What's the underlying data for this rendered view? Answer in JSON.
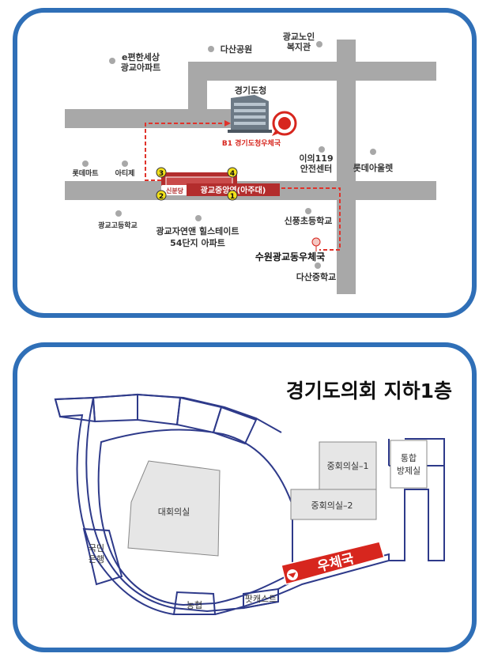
{
  "colors": {
    "panel_border": "#2f6fb7",
    "road": "#a8a8a8",
    "station": "#b32d2d",
    "route": "#e0332b",
    "marker_yellow": "#f2e11a",
    "post_red": "#d7261e",
    "floor_outline": "#2e3a8a",
    "room_fill": "#e6e6e6"
  },
  "map": {
    "landmarks": {
      "epyeonhan_line1": "e편한세상",
      "epyeonhan_line2": "광교아파트",
      "dasan_park": "다산공원",
      "elderly_line1": "광교노인",
      "elderly_line2": "복지관",
      "gyeonggi_office": "경기도청",
      "office_post": "B1 경기도청우체국",
      "lotte_mart": "롯데마트",
      "atije": "아티제",
      "safety_line1": "이의119",
      "safety_line2": "안전센터",
      "lotte_outlet": "롯데아울렛",
      "gwanggyo_high": "광교고등학교",
      "hillstate_line1": "광교자연앤 힐스테이트",
      "hillstate_line2": "54단지 아파트",
      "sinpung_elem": "신풍초등학교",
      "suwon_post": "수원광교동우체국",
      "dasan_middle": "다산중학교"
    },
    "station": {
      "line_badge": "신분당",
      "name": "광교중앙역(아주대)"
    },
    "exits": [
      "1",
      "2",
      "3",
      "4"
    ]
  },
  "floor": {
    "title": "경기도의회 지하1층",
    "rooms": {
      "main_hall": "대회의실",
      "mid_room_1": "중회의실–1",
      "mid_room_2": "중회의실–2",
      "control_line1": "통합",
      "control_line2": "방제실",
      "bank_line1": "국민",
      "bank_line2": "은행",
      "nonghyup": "농협",
      "podcast": "팟캐스트",
      "post_office": "우체국"
    }
  }
}
